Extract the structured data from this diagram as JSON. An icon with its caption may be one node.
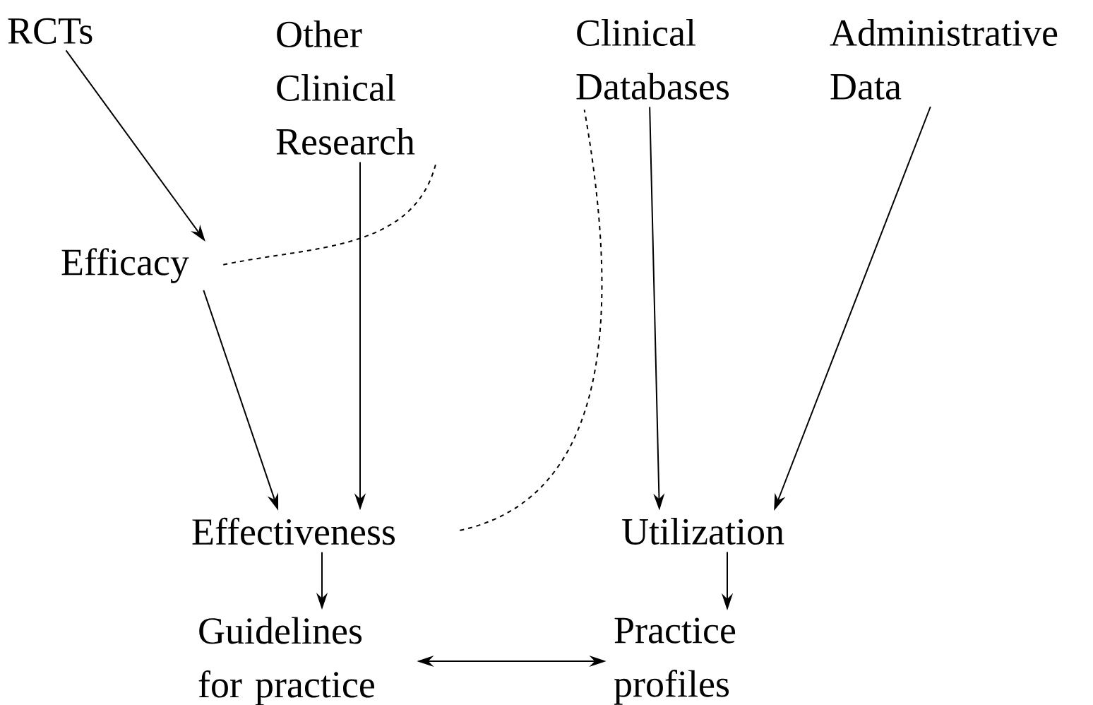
{
  "diagram": {
    "nodes": [
      {
        "text": [
          "RCTs"
        ]
      },
      {
        "text": [
          "Other Clinical Research"
        ]
      },
      {
        "text": [
          "Clinical Databases"
        ]
      },
      {
        "text": [
          "Administrative Data"
        ]
      },
      {
        "text": [
          "Efficacy"
        ]
      },
      {
        "text": [
          "Effectiveness"
        ]
      },
      {
        "text": [
          "Utilization"
        ]
      },
      {
        "text": [
          "Guidelines for practice"
        ]
      },
      {
        "text": [
          "Practice profiles"
        ]
      }
    ],
    "edges": [
      {
        "from": 0,
        "to": 4,
        "arrow": "to"
      },
      {
        "from": 4,
        "to": 1,
        "arrow": "none",
        "style": "dashed"
      },
      {
        "from": 1,
        "to": 5,
        "arrow": "to"
      },
      {
        "from": 4,
        "to": 5,
        "arrow": "to"
      },
      {
        "from": 5,
        "to": 2,
        "arrow": "none",
        "style": "dashed"
      },
      {
        "from": 2,
        "to": 6,
        "arrow": "to"
      },
      {
        "from": 3,
        "to": 6,
        "arrow": "to"
      },
      {
        "from": 5,
        "to": 7,
        "arrow": "to"
      },
      {
        "from": 6,
        "to": 8,
        "arrow": "to"
      },
      {
        "from": 7,
        "to": 8,
        "arrow": "both"
      }
    ]
  }
}
